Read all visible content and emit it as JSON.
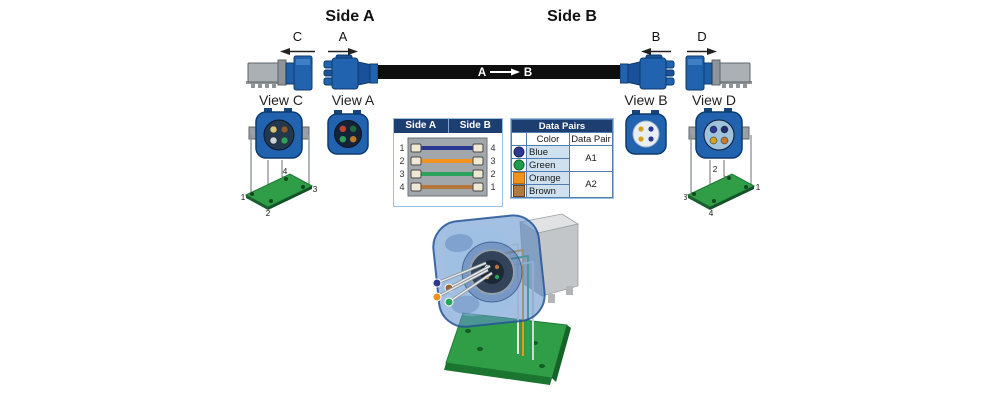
{
  "diagram": {
    "side_labels": {
      "a": "Side A",
      "b": "Side B"
    },
    "mating_arrows": {
      "c": "C",
      "a": "A",
      "b": "B",
      "d": "D"
    },
    "cable_label": {
      "from": "A",
      "to": "B"
    },
    "view_labels": {
      "c": "View C",
      "a": "View A",
      "b": "View B",
      "d": "View D"
    }
  },
  "wiring_table": {
    "headers": {
      "side_a": "Side A",
      "side_b": "Side B"
    },
    "rows": [
      {
        "side_a_pin": "1",
        "side_b_pin": "4",
        "color": "Blue",
        "hex": "#2b3990"
      },
      {
        "side_a_pin": "2",
        "side_b_pin": "3",
        "color": "Orange",
        "hex": "#f0921e"
      },
      {
        "side_a_pin": "3",
        "side_b_pin": "2",
        "color": "Green",
        "hex": "#2aa45c"
      },
      {
        "side_a_pin": "4",
        "side_b_pin": "1",
        "color": "Brown",
        "hex": "#b5763b"
      }
    ]
  },
  "data_pairs": {
    "title": "Data Pairs",
    "columns": {
      "color": "Color",
      "pair": "Data Pair"
    },
    "rows": [
      {
        "color": "Blue",
        "hex": "#2b3990",
        "shape": "circle"
      },
      {
        "color": "Green",
        "hex": "#1f9e4e",
        "shape": "circle"
      },
      {
        "color": "Orange",
        "hex": "#f0921e",
        "shape": "square"
      },
      {
        "color": "Brown",
        "hex": "#b07a42",
        "shape": "square"
      }
    ],
    "pairs": [
      {
        "label": "A1",
        "colors": [
          "Blue",
          "Green"
        ]
      },
      {
        "label": "A2",
        "colors": [
          "Orange",
          "Brown"
        ]
      }
    ]
  },
  "pcb_views": {
    "view_c": {
      "pins": [
        "1",
        "2",
        "3",
        "4"
      ]
    },
    "view_d": {
      "pins": [
        "1",
        "2",
        "3",
        "4"
      ]
    }
  },
  "colors": {
    "connector_blue": "#2163ae",
    "cable_black": "#0e0e0e",
    "table_header_navy": "#1c3e70",
    "pcb_green": "#2f9e47",
    "housing_translucent_blue": "#6090cc"
  }
}
